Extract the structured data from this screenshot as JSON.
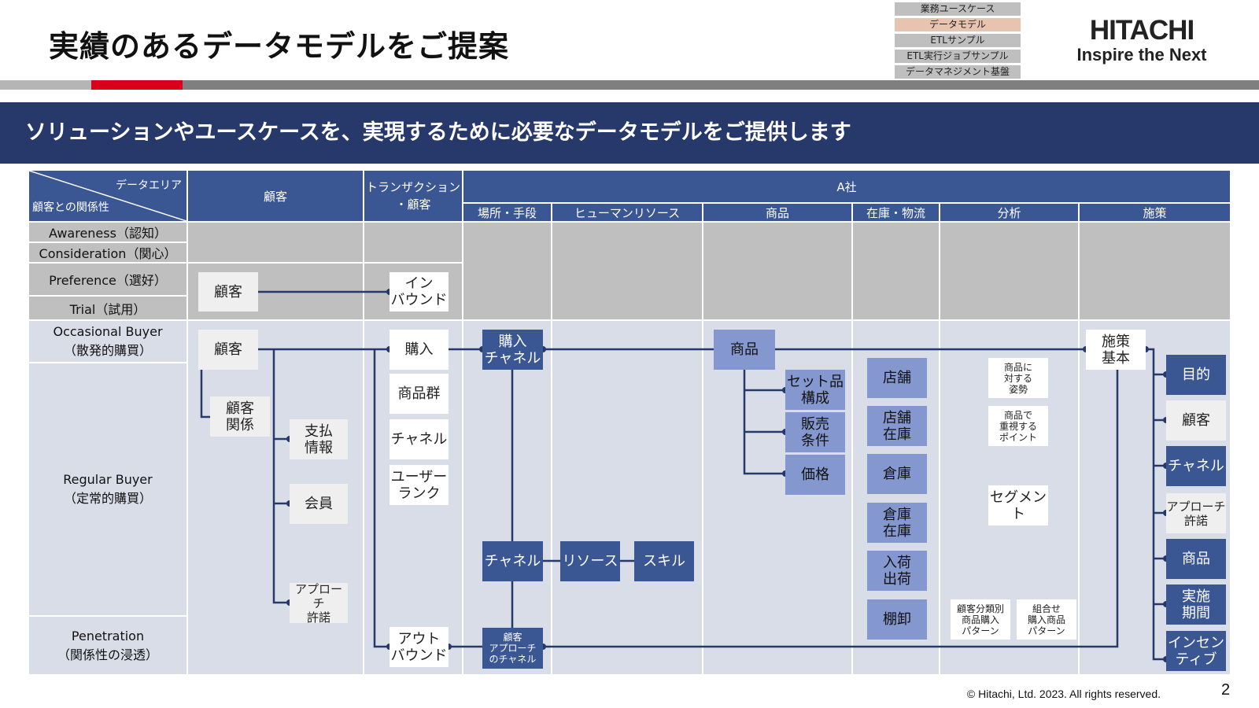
{
  "title": "実績のあるデータモデルをご提案",
  "nav": [
    "業務ユースケース",
    "データモデル",
    "ETLサンプル",
    "ETL実行ジョブサンプル",
    "データマネジメント基盤"
  ],
  "logo": {
    "line1": "HITACHI",
    "line2": "Inspire the Next"
  },
  "banner": "ソリューションやユースケースを、実現するために必要なデータモデルをご提供します",
  "headers": {
    "corner_top": "データエリア",
    "corner_bottom": "顧客との関係性",
    "customer": "顧客",
    "transaction": "トランザクション\n・顧客",
    "company": "A社",
    "sub": [
      "場所・手段",
      "ヒューマンリソース",
      "商品",
      "在庫・物流",
      "分析",
      "施策"
    ]
  },
  "rows": {
    "awareness": "Awareness（認知）",
    "consideration": "Consideration（関心）",
    "preference": "Preference（選好）",
    "trial": "Trial（試用）",
    "occasional_1": "Occasional Buyer",
    "occasional_2": "（散発的購買）",
    "regular_1": "Regular Buyer",
    "regular_2": "（定常的購買）",
    "penetration_1": "Penetration",
    "penetration_2": "（関係性の浸透）"
  },
  "boxes": {
    "pref_customer": "顧客",
    "inbound": "イン\nバウンド",
    "customer": "顧客",
    "customer_relation": "顧客\n関係",
    "payment": "支払\n情報",
    "member": "会員",
    "approach_permit": "アプローチ\n許諾",
    "purchase": "購入",
    "product_group": "商品群",
    "channel_t": "チャネル",
    "user_rank": "ユーザー\nランク",
    "outbound": "アウト\nバウンド",
    "purchase_channel": "購入\nチャネル",
    "channel_p": "チャネル",
    "customer_approach_channel": "顧客\nアプローチ\nのチャネル",
    "resource": "リソース",
    "skill": "スキル",
    "product": "商品",
    "set_product": "セット品\n構成",
    "sales_cond": "販売\n条件",
    "price": "価格",
    "store": "店舗",
    "store_stock": "店舗\n在庫",
    "warehouse": "倉庫",
    "warehouse_stock": "倉庫\n在庫",
    "in_out": "入荷\n出荷",
    "inventory": "棚卸",
    "attitude": "商品に\n対する\n姿勢",
    "point": "商品で\n重視する\nポイント",
    "segment": "セグメント",
    "category_pattern": "顧客分類別\n商品購入\nパターン",
    "combo_pattern": "組合せ\n購入商品\nパターン",
    "policy_basic": "施策\n基本",
    "purpose": "目的",
    "p_customer": "顧客",
    "p_channel": "チャネル",
    "p_approach": "アプローチ\n許諾",
    "p_product": "商品",
    "period": "実施\n期間",
    "incentive": "インセン\nティブ"
  },
  "footer": "© Hitachi, Ltd. 2023. All rights reserved.",
  "page_number": "2"
}
